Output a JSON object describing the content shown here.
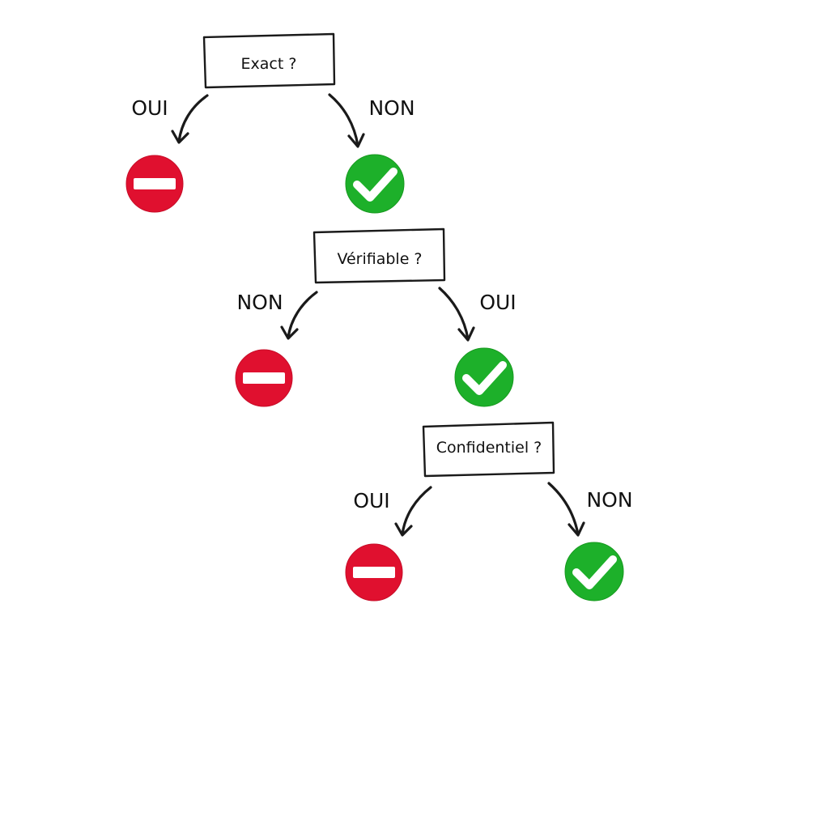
{
  "colors": {
    "stop": "#e0102f",
    "ok": "#1db02a",
    "ink": "#1a1a1a",
    "background": "#ffffff"
  },
  "nodes": [
    {
      "question": "Exact ?",
      "left_label": "OUI",
      "right_label": "NON",
      "left_icon": "no-entry-icon",
      "right_icon": "checkmark-icon"
    },
    {
      "question": "Vérifiable ?",
      "left_label": "NON",
      "right_label": "OUI",
      "left_icon": "no-entry-icon",
      "right_icon": "checkmark-icon"
    },
    {
      "question": "Confidentiel ?",
      "left_label": "OUI",
      "right_label": "NON",
      "left_icon": "no-entry-icon",
      "right_icon": "checkmark-icon"
    }
  ]
}
